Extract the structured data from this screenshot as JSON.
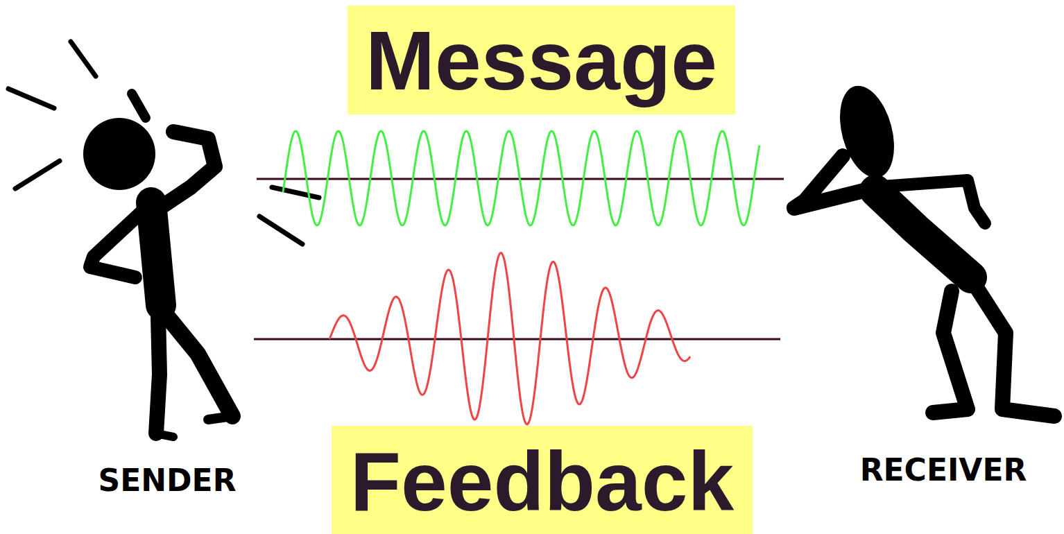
{
  "diagram": {
    "nodes": [
      {
        "text": [
          "Message"
        ]
      },
      {
        "text": [
          "Feedback"
        ]
      }
    ],
    "labels": [
      "SENDER",
      "RECEIVER"
    ]
  }
}
